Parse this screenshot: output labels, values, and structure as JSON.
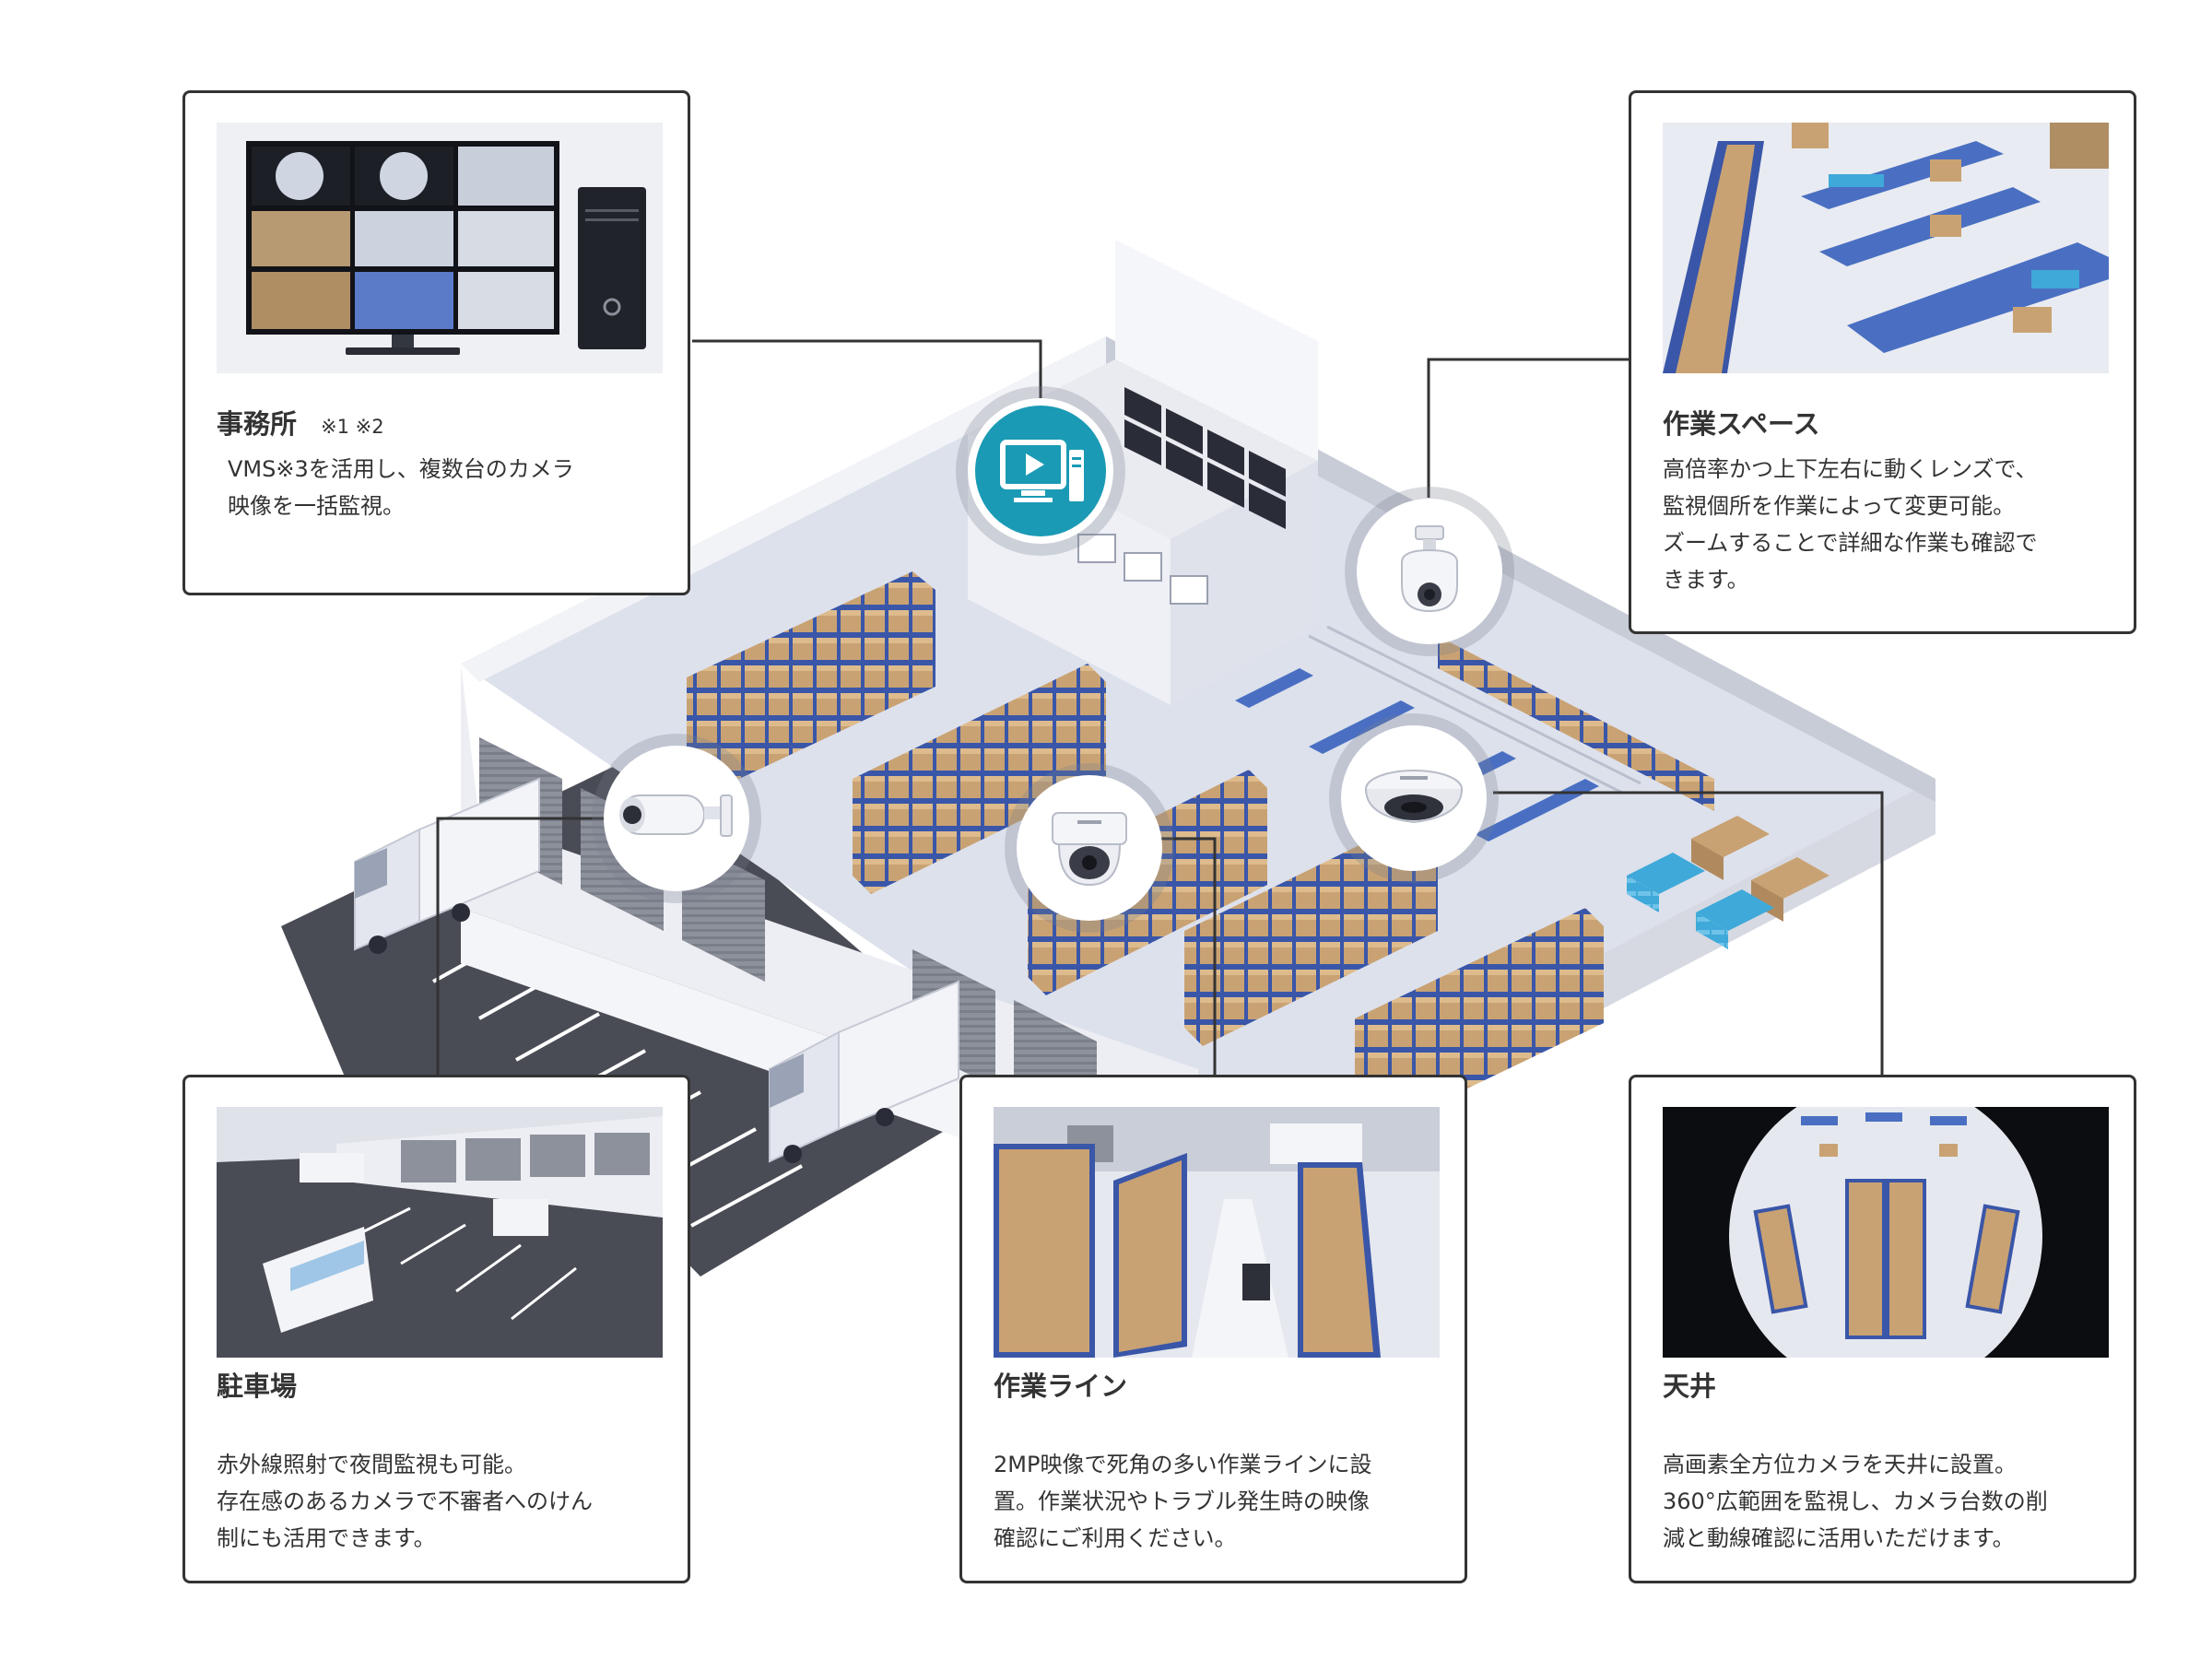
{
  "cards": {
    "office": {
      "title": "事務所",
      "note": "※1 ※2",
      "description": "VMS※3を活用し、複数台のカメラ\n映像を一括監視。"
    },
    "work_space": {
      "title": "作業スペース",
      "description": "高倍率かつ上下左右に動くレンズで、\n監視個所を作業によって変更可能。\nズームすることで詳細な作業も確認で\nきます。"
    },
    "parking": {
      "title": "駐車場",
      "description": "赤外線照射で夜間監視も可能。\n存在感のあるカメラで不審者へのけん\n制にも活用できます。"
    },
    "work_line": {
      "title": "作業ライン",
      "description": "2MP映像で死角の多い作業ラインに設\n置。作業状況やトラブル発生時の映像\n確認にご利用ください。"
    },
    "ceiling": {
      "title": "天井",
      "description": "高画素全方位カメラを天井に設置。\n360°広範囲を監視し、カメラ台数の削\n減と動線確認に活用いただけます。"
    }
  },
  "camera_badges": {
    "office": "monitor-icon",
    "work_space": "ptz-camera-icon",
    "parking": "bullet-camera-icon",
    "work_line": "dome-camera-icon",
    "ceiling": "fisheye-camera-icon"
  },
  "colors": {
    "accent": "#1a9ab4",
    "border": "#333333",
    "rack_blue": "#3a56a8",
    "box_tan": "#c9a273",
    "floor": "#dde1ec",
    "asphalt": "#4a4c55"
  }
}
